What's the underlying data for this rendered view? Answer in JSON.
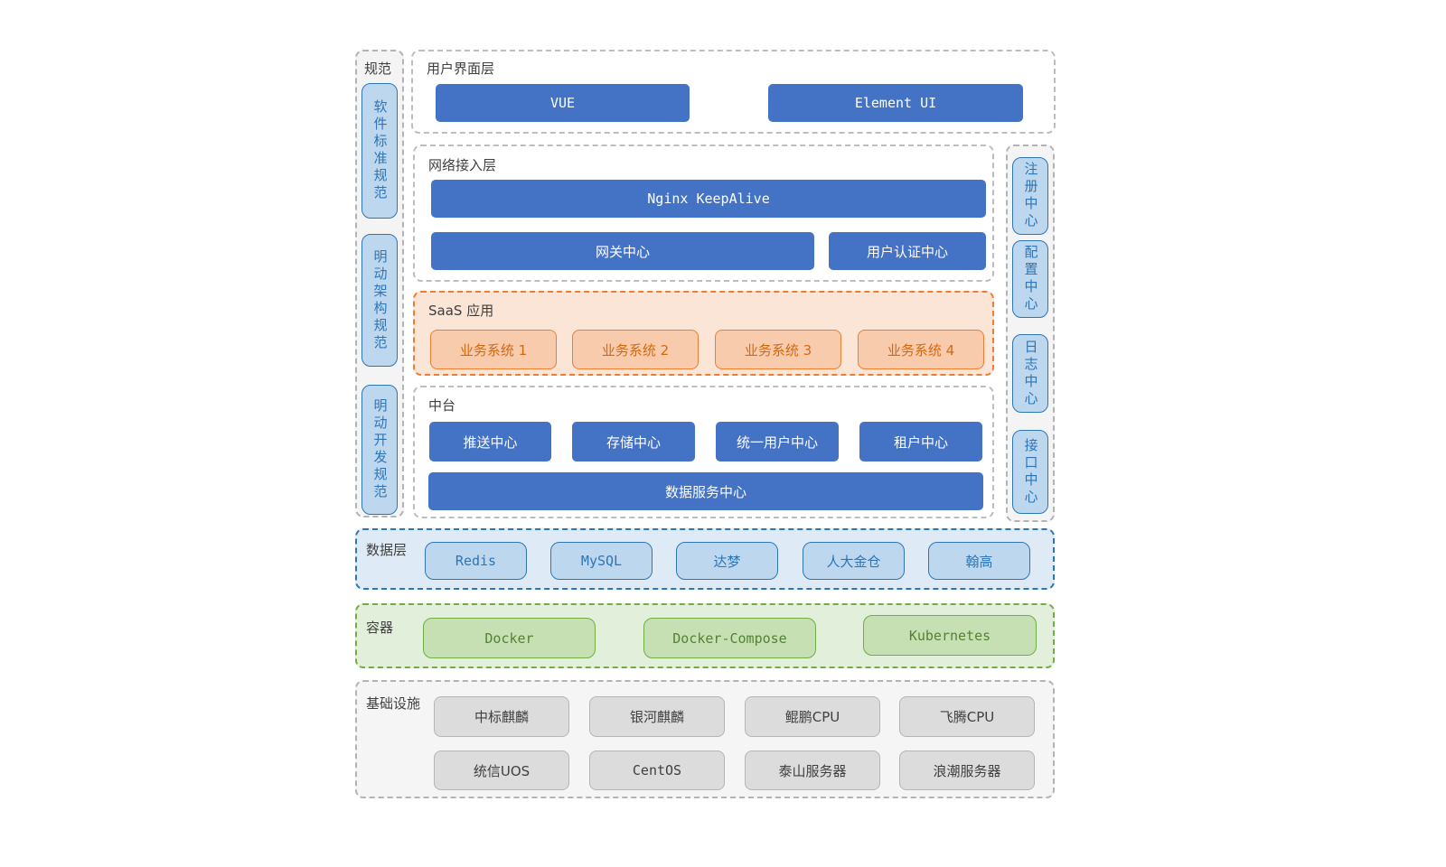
{
  "colors": {
    "node_blue": "#4472c4",
    "light_blue_fill": "#bdd7ee",
    "blue_border": "#2e75b6",
    "orange_border": "#ed7d31",
    "orange_fill": "#f8cbad",
    "orange_section_fill": "#fbe5d6",
    "green_border": "#70ad47",
    "green_fill": "#c6e0b4",
    "green_section_fill": "#e2efda",
    "data_section_fill": "#deebf7",
    "gray_fill": "#dcdcdc"
  },
  "specs": {
    "title": "规范",
    "items": [
      "软件标准规范",
      "明动架构规范",
      "明动开发规范"
    ]
  },
  "ui_layer": {
    "title": "用户界面层",
    "nodes": [
      "VUE",
      "Element UI"
    ]
  },
  "network_layer": {
    "title": "网络接入层",
    "nginx": "Nginx KeepAlive",
    "gateway": "网关中心",
    "auth": "用户认证中心"
  },
  "saas": {
    "title": "SaaS 应用",
    "systems": [
      "业务系统 1",
      "业务系统 2",
      "业务系统 3",
      "业务系统 4"
    ]
  },
  "middle_platform": {
    "title": "中台",
    "centers": [
      "推送中心",
      "存储中心",
      "统一用户中心",
      "租户中心"
    ],
    "data_service": "数据服务中心"
  },
  "registry_sidebar": {
    "items": [
      "注册中心",
      "配置中心",
      "日志中心",
      "接口中心"
    ]
  },
  "data_layer": {
    "title": "数据层",
    "databases": [
      "Redis",
      "MySQL",
      "达梦",
      "人大金仓",
      "翰高"
    ]
  },
  "container_layer": {
    "title": "容器",
    "items": [
      "Docker",
      "Docker-Compose",
      "Kubernetes"
    ]
  },
  "infrastructure": {
    "title": "基础设施",
    "row1": [
      "中标麒麟",
      "银河麒麟",
      "鲲鹏CPU",
      "飞腾CPU"
    ],
    "row2": [
      "统信UOS",
      "CentOS",
      "泰山服务器",
      "浪潮服务器"
    ]
  }
}
